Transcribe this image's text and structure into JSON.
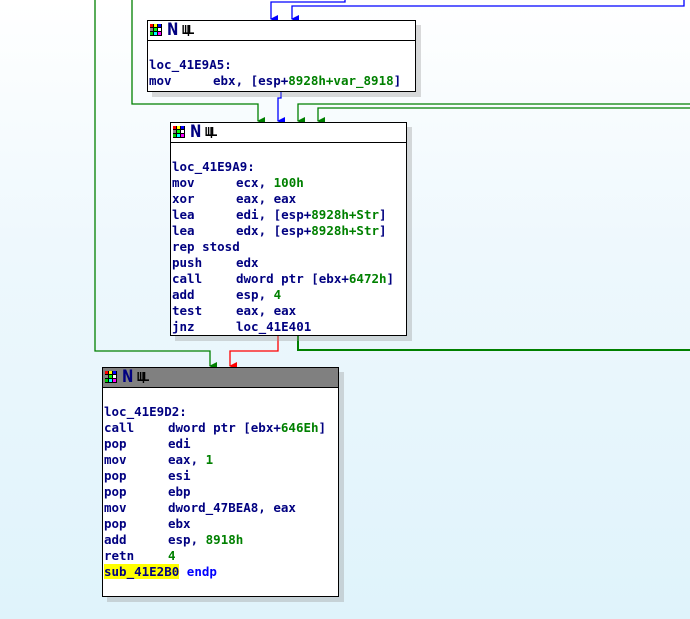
{
  "colors": {
    "text": "#000080",
    "number": "#008000",
    "highlight": "#ffff00",
    "edge_true": "#008000",
    "edge_false": "#ff0000",
    "edge_jump": "#0000ff"
  },
  "header_icons": [
    "palette-icon",
    "node-n-icon",
    "graph-icon"
  ],
  "blocks": [
    {
      "label": "loc_41E9A5:",
      "lines": [
        {
          "m": "mov",
          "ops": [
            {
              "t": "ebx, [esp+"
            },
            {
              "t": "8928h+var_8918",
              "c": "num"
            },
            {
              "t": "]"
            }
          ]
        }
      ]
    },
    {
      "label": "loc_41E9A9:",
      "lines": [
        {
          "m": "mov",
          "ops": [
            {
              "t": "ecx, "
            },
            {
              "t": "100h",
              "c": "num"
            }
          ]
        },
        {
          "m": "xor",
          "ops": [
            {
              "t": "eax, eax"
            }
          ]
        },
        {
          "m": "lea",
          "ops": [
            {
              "t": "edi, [esp+"
            },
            {
              "t": "8928h+Str",
              "c": "num"
            },
            {
              "t": "]"
            }
          ]
        },
        {
          "m": "lea",
          "ops": [
            {
              "t": "edx, [esp+"
            },
            {
              "t": "8928h+Str",
              "c": "num"
            },
            {
              "t": "]"
            }
          ]
        },
        {
          "m": "rep stosd",
          "ops": []
        },
        {
          "m": "push",
          "ops": [
            {
              "t": "edx"
            }
          ]
        },
        {
          "m": "call",
          "ops": [
            {
              "t": "dword ptr [ebx+"
            },
            {
              "t": "6472h",
              "c": "num"
            },
            {
              "t": "]"
            }
          ]
        },
        {
          "m": "add",
          "ops": [
            {
              "t": "esp, "
            },
            {
              "t": "4",
              "c": "num"
            }
          ]
        },
        {
          "m": "test",
          "ops": [
            {
              "t": "eax, eax"
            }
          ]
        },
        {
          "m": "jnz",
          "ops": [
            {
              "t": "loc_41E401"
            }
          ]
        }
      ]
    },
    {
      "label": "loc_41E9D2:",
      "lines": [
        {
          "m": "call",
          "ops": [
            {
              "t": "dword ptr [ebx+"
            },
            {
              "t": "646Eh",
              "c": "num"
            },
            {
              "t": "]"
            }
          ]
        },
        {
          "m": "pop",
          "ops": [
            {
              "t": "edi"
            }
          ]
        },
        {
          "m": "mov",
          "ops": [
            {
              "t": "eax, "
            },
            {
              "t": "1",
              "c": "num"
            }
          ]
        },
        {
          "m": "pop",
          "ops": [
            {
              "t": "esi"
            }
          ]
        },
        {
          "m": "pop",
          "ops": [
            {
              "t": "ebp"
            }
          ]
        },
        {
          "m": "mov",
          "ops": [
            {
              "t": "dword_47BEA8, eax"
            }
          ]
        },
        {
          "m": "pop",
          "ops": [
            {
              "t": "ebx"
            }
          ]
        },
        {
          "m": "add",
          "ops": [
            {
              "t": "esp, "
            },
            {
              "t": "8918h",
              "c": "num"
            }
          ]
        },
        {
          "m": "retn",
          "ops": [
            {
              "t": "4",
              "c": "num"
            }
          ]
        }
      ],
      "endp": {
        "name": "sub_41E2B0",
        "kw": " endp"
      }
    }
  ]
}
